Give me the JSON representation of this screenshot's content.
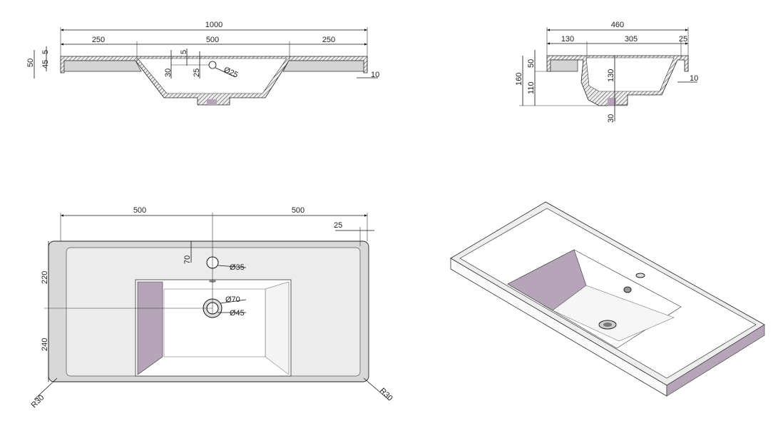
{
  "front_section": {
    "dims": {
      "overall_width": "1000",
      "left_deck": "250",
      "basin_width": "500",
      "right_deck": "250",
      "total_height": "50",
      "deck_thickness": "5",
      "rim_height": "45",
      "tap_offset_30": "30",
      "tap_top_5": "5",
      "tap_offset_25": "25",
      "tap_hole_dia": "Ø25",
      "skirt_thickness": "10"
    }
  },
  "side_section": {
    "dims": {
      "overall_depth": "460",
      "front_deck": "130",
      "basin_depth": "305",
      "back_lip": "25",
      "rim_height": "50",
      "total_height": "160",
      "lower_height": "110",
      "basin_inner_depth": "130",
      "drain_height": "30",
      "skirt_thickness": "10"
    }
  },
  "plan_view": {
    "dims": {
      "left_half": "500",
      "right_half": "500",
      "edge_offset": "25",
      "tap_offset": "70",
      "tap_hole_dia": "Ø35",
      "drain_outer_dia": "Ø70",
      "drain_inner_dia": "Ø45",
      "front_to_center": "220",
      "center_to_back": "240",
      "radius_left": "R30",
      "radius_right": "R30"
    }
  },
  "colors": {
    "section_fill": "#d4d4d4",
    "inner_face": "#b6a5b8",
    "line": "#111111"
  }
}
